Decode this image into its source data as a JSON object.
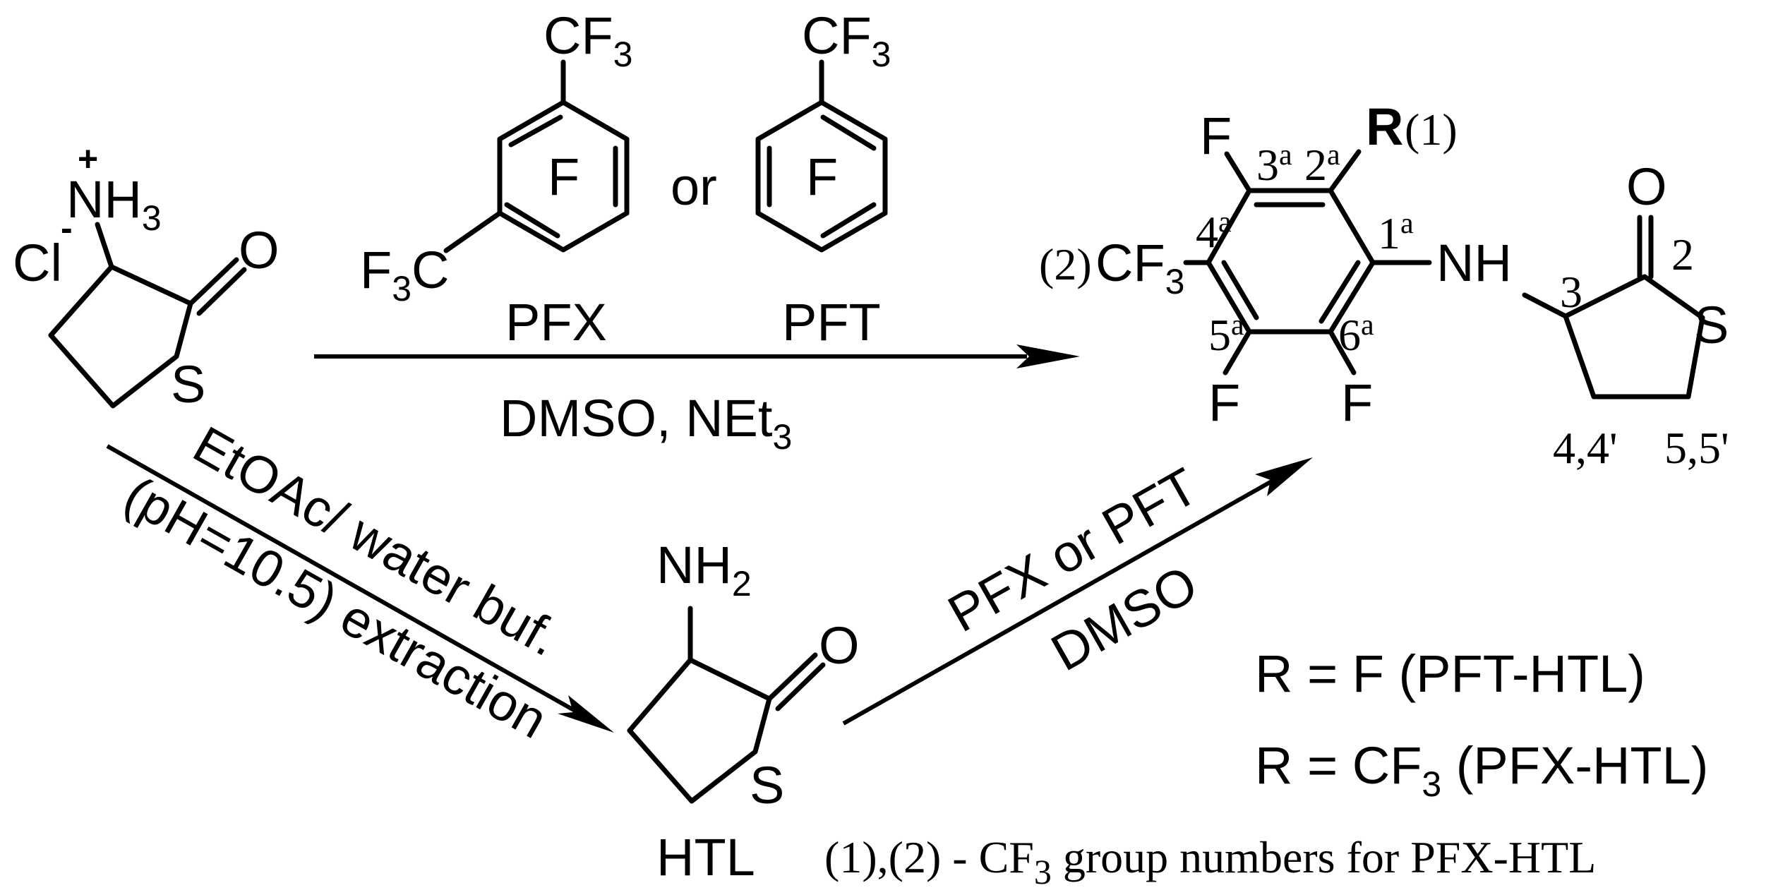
{
  "reactant": {
    "cation": "NH",
    "cation_sub": "3",
    "charge_plus": "+",
    "anion": "Cl",
    "charge_minus": "-",
    "oxygen": "O",
    "sulfur": "S"
  },
  "reagent_pfx": {
    "top_group": "CF",
    "top_group_sub": "3",
    "side_group_prefix": "F",
    "side_group_prefix_sub": "3",
    "side_group_suffix": "C",
    "ring_label": "F",
    "name": "PFX"
  },
  "connector_or": "or",
  "reagent_pft": {
    "top_group": "CF",
    "top_group_sub": "3",
    "ring_label": "F",
    "name": "PFT"
  },
  "conditions_main": {
    "solvent_base": "DMSO, NEt",
    "solvent_base_sub": "3"
  },
  "extraction": {
    "line1": "EtOAc/ water buf.",
    "line2": "(pH=10.5) extraction"
  },
  "intermediate": {
    "amine": "NH",
    "amine_sub": "2",
    "oxygen": "O",
    "sulfur": "S",
    "name": "HTL"
  },
  "conditions_second": {
    "line1": "PFX or PFT",
    "line2": "DMSO"
  },
  "product": {
    "r_group": "R",
    "r_group_num": "(1)",
    "f_top": "F",
    "cf3_num": "(2)",
    "cf3": "CF",
    "cf3_sub": "3",
    "f_bottom_left": "F",
    "f_bottom_right": "F",
    "nh": "NH",
    "oxygen": "O",
    "sulfur": "S",
    "ring_numbers": [
      {
        "base": "3",
        "sup": "a"
      },
      {
        "base": "2",
        "sup": "a"
      },
      {
        "base": "1",
        "sup": "a"
      },
      {
        "base": "4",
        "sup": "a"
      },
      {
        "base": "5",
        "sup": "a"
      },
      {
        "base": "6",
        "sup": "a"
      }
    ],
    "htl_numbers": {
      "c2": "2",
      "c3": "3",
      "c4": "4,4'",
      "c5": "5,5'"
    }
  },
  "legend": {
    "line1": "R = F (PFT-HTL)",
    "line2_prefix": "R = CF",
    "line2_sub": "3",
    "line2_suffix": " (PFX-HTL)",
    "footnote_prefix": "(1),(2) - CF",
    "footnote_sub": "3",
    "footnote_suffix": " group numbers for PFX-HTL"
  }
}
